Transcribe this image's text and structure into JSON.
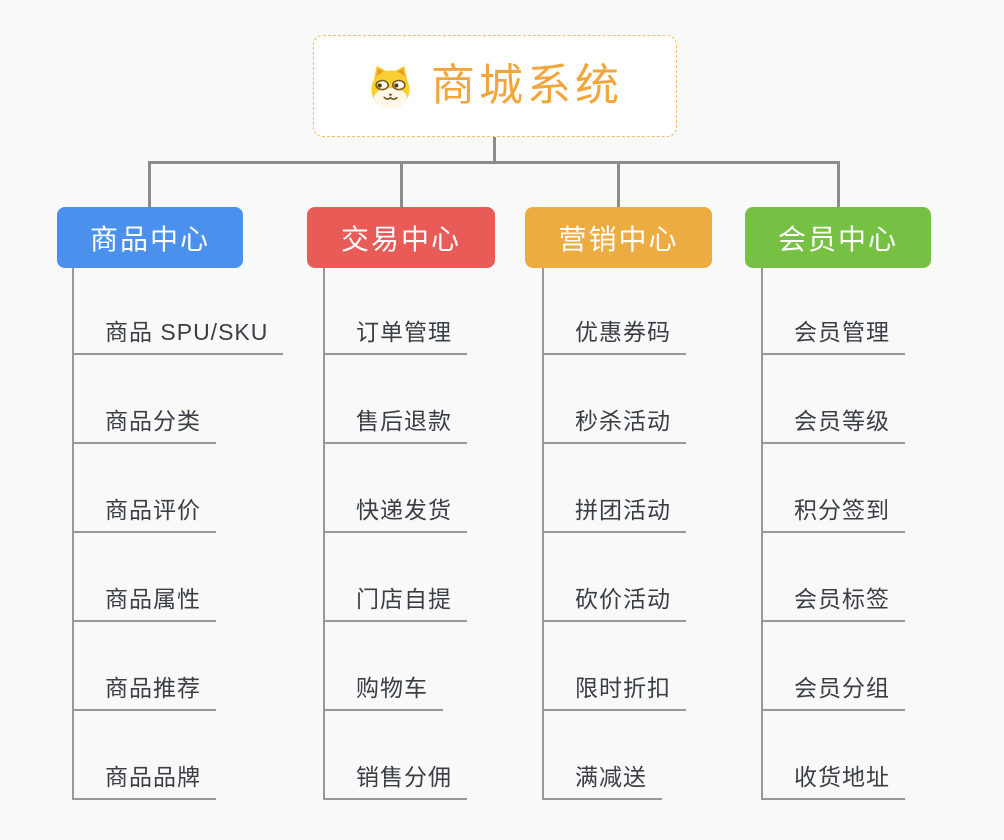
{
  "root": {
    "title": "商城系统",
    "icon": "doge-face"
  },
  "colors": {
    "background": "#f9f9f9",
    "connector": "#8c8c8c",
    "underline": "#999999",
    "item-text": "#3a3f45",
    "root-text": "#f0a63c",
    "root-border": "#f0bc6a"
  },
  "branches": [
    {
      "label": "商品中心",
      "color": "#4a90ec",
      "children": [
        "商品 SPU/SKU",
        "商品分类",
        "商品评价",
        "商品属性",
        "商品推荐",
        "商品品牌"
      ]
    },
    {
      "label": "交易中心",
      "color": "#e95b57",
      "children": [
        "订单管理",
        "售后退款",
        "快递发货",
        "门店自提",
        "购物车",
        "销售分佣"
      ]
    },
    {
      "label": "营销中心",
      "color": "#edac41",
      "children": [
        "优惠券码",
        "秒杀活动",
        "拼团活动",
        "砍价活动",
        "限时折扣",
        "满减送"
      ]
    },
    {
      "label": "会员中心",
      "color": "#76c043",
      "children": [
        "会员管理",
        "会员等级",
        "积分签到",
        "会员标签",
        "会员分组",
        "收货地址"
      ]
    }
  ]
}
